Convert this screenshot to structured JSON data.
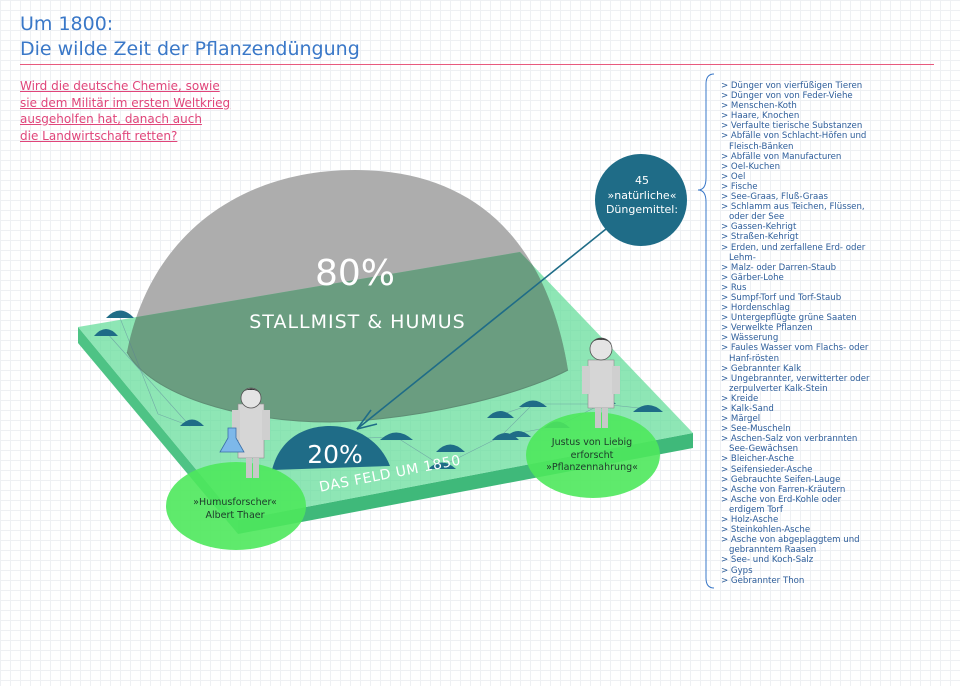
{
  "title": {
    "line1": "Um 1800:",
    "line2": "Die wilde Zeit der Pflanzendüngung"
  },
  "question": {
    "lines": [
      "Wird die deutsche Chemie, sowie",
      "sie dem Militär im ersten Weltkrieg",
      "ausgeholfen hat, danach auch",
      "die Landwirtschaft retten?"
    ]
  },
  "diagram": {
    "mound_large": {
      "percent": "80%",
      "label": "STALLMIST & HUMUS"
    },
    "mound_small": {
      "percent": "20%"
    },
    "bubble": {
      "line1": "45",
      "line2": "»natürliche«",
      "line3": "Düngemittel:"
    },
    "field_label": "DAS FELD UM 1850",
    "liebig": {
      "line1": "Justus von Liebig",
      "line2": "erforscht",
      "line3": "»Pflanzennahrung«"
    },
    "thaer": {
      "line1": "»Humusforscher«",
      "line2": "Albert Thaer"
    }
  },
  "fertilizers": [
    {
      "text": "> Dünger von vierfüßigen Tieren"
    },
    {
      "text": "> Dünger von von Feder-Viehe"
    },
    {
      "text": "> Menschen-Koth"
    },
    {
      "text": "> Haare, Knochen"
    },
    {
      "text": "> Verfaulte tierische Substanzen"
    },
    {
      "text": "> Abfälle von Schlacht-Höfen und"
    },
    {
      "text": "Fleisch-Bänken",
      "indent": true
    },
    {
      "text": "> Abfälle von Manufacturen"
    },
    {
      "text": "> Oel-Kuchen"
    },
    {
      "text": "> Oel"
    },
    {
      "text": "> Fische"
    },
    {
      "text": "> See-Graas, Fluß-Graas"
    },
    {
      "text": "> Schlamm aus Teichen, Flüssen,"
    },
    {
      "text": "oder der See",
      "indent": true
    },
    {
      "text": "> Gassen-Kehrigt"
    },
    {
      "text": "> Straßen-Kehrigt"
    },
    {
      "text": "> Erden, und zerfallene Erd- oder"
    },
    {
      "text": "Lehm-",
      "indent": true
    },
    {
      "text": "> Malz- oder Darren-Staub"
    },
    {
      "text": "> Gärber-Lohe"
    },
    {
      "text": "> Rus"
    },
    {
      "text": "> Sumpf-Torf und Torf-Staub"
    },
    {
      "text": "> Hordenschlag"
    },
    {
      "text": "> Untergepflügte grüne Saaten"
    },
    {
      "text": "> Verwelkte Pflanzen"
    },
    {
      "text": "> Wässerung"
    },
    {
      "text": "> Faules Wasser vom Flachs- oder"
    },
    {
      "text": "Hanf-rösten",
      "indent": true
    },
    {
      "text": "> Gebrannter Kalk"
    },
    {
      "text": "> Ungebrannter, verwitterter oder"
    },
    {
      "text": "zerpulverter Kalk-Stein",
      "indent": true
    },
    {
      "text": "> Kreide"
    },
    {
      "text": "> Kalk-Sand"
    },
    {
      "text": "> Märgel"
    },
    {
      "text": "> See-Muscheln"
    },
    {
      "text": "> Aschen-Salz von verbrannten"
    },
    {
      "text": "See-Gewächsen",
      "indent": true
    },
    {
      "text": "> Bleicher-Asche"
    },
    {
      "text": "> Seifensieder-Asche"
    },
    {
      "text": "> Gebrauchte Seifen-Lauge"
    },
    {
      "text": "> Asche von Farren-Kräutern"
    },
    {
      "text": "> Asche von Erd-Kohle oder"
    },
    {
      "text": "erdigem Torf",
      "indent": true
    },
    {
      "text": "> Holz-Asche"
    },
    {
      "text": "> Steinkohlen-Asche"
    },
    {
      "text": "> Asche von abgeplaggtem und"
    },
    {
      "text": "gebranntem Raasen",
      "indent": true
    },
    {
      "text": "> See- und Koch-Salz"
    },
    {
      "text": "> Gyps"
    },
    {
      "text": "> Gebrannter Thon"
    }
  ],
  "colors": {
    "title": "#3a78c8",
    "accent_pink": "#e85a7e",
    "question": "#e0457a",
    "list_text": "#2d5d9a",
    "field_green": "#62dc99",
    "field_edge": "#3fb97a",
    "mound_grey": "#a8a8a8",
    "mound_dark_teal": "#1f6c87",
    "circle_green": "#4ee85c"
  }
}
